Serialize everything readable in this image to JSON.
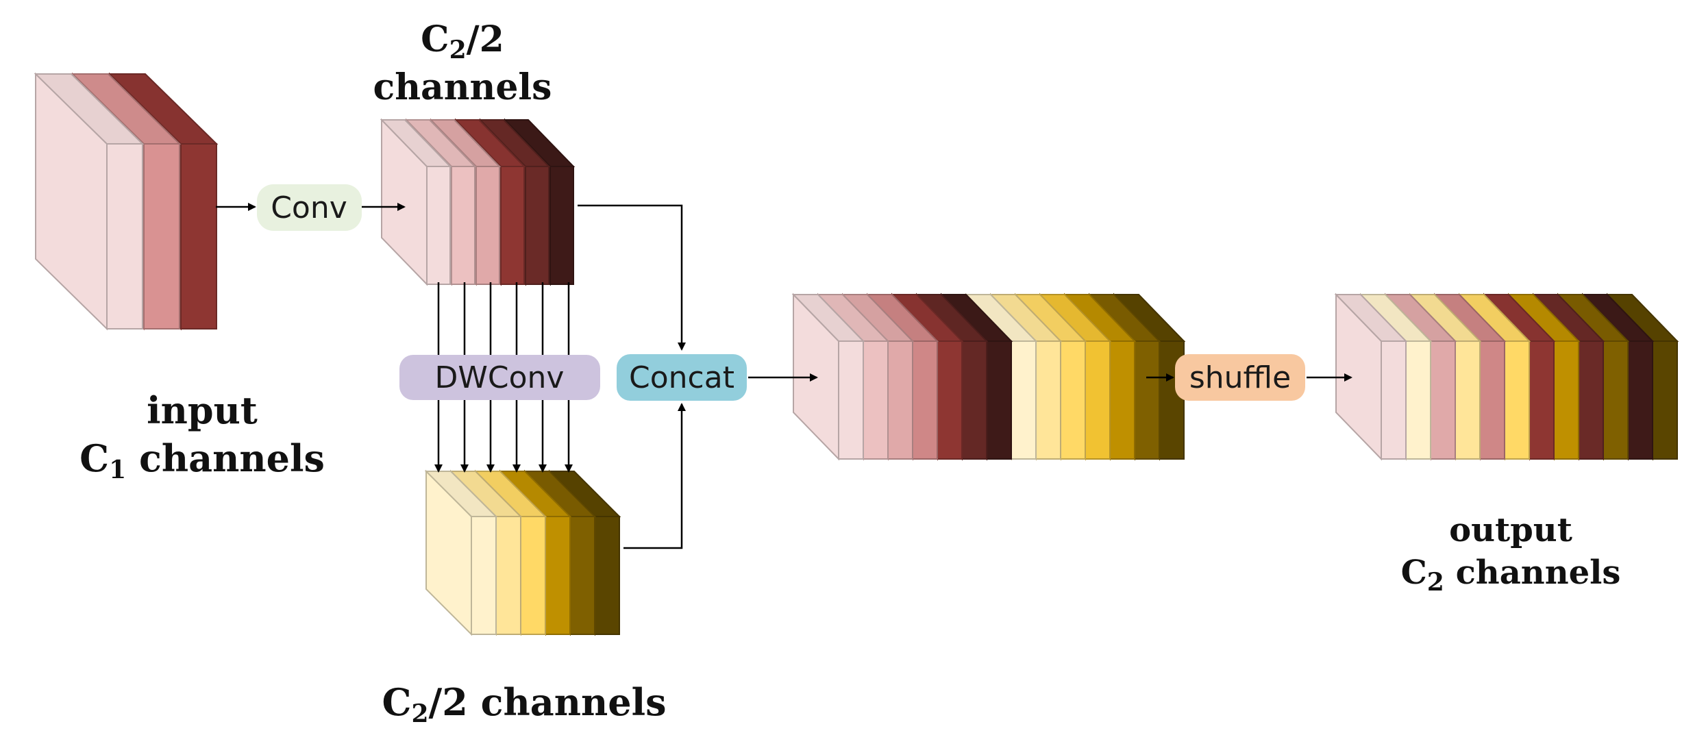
{
  "captions": {
    "input_line1": "input",
    "input_line2_c": "C",
    "input_line2_sub": "1",
    "input_line2_rest": " channels",
    "top_line1_c": "C",
    "top_line1_sub": "2",
    "top_line1_rest": "/2",
    "top_line2": "channels",
    "bottom_c": "C",
    "bottom_sub": "2",
    "bottom_rest": "/2 channels",
    "output_line1": "output",
    "output_line2_c": "C",
    "output_line2_sub": "2",
    "output_line2_rest": " channels"
  },
  "operations": {
    "conv": "Conv",
    "dwconv": "DWConv",
    "concat": "Concat",
    "shuffle": "shuffle"
  },
  "colors": {
    "conv_box": "#e8f1df",
    "dwconv_box": "#cdc3de",
    "concat_box": "#92cedc",
    "shuffle_box": "#f8c8a0",
    "red_palette": [
      "#f3dcdc",
      "#ecc1c1",
      "#e0a9a9",
      "#cf8787",
      "#8e3632",
      "#642825",
      "#3e1a18"
    ],
    "yellow_palette": [
      "#fff2cc",
      "#ffe599",
      "#ffd966",
      "#f1c232",
      "#bf9000",
      "#7f6000",
      "#5a4500"
    ]
  },
  "stacks": {
    "input": [
      "#f3dcdc",
      "#d99292",
      "#8e3632"
    ],
    "top_half": [
      "#f3dcdc",
      "#ecc1c1",
      "#e0a9a9",
      "#8e3632",
      "#6a2a27",
      "#3e1a18"
    ],
    "bottom_half": [
      "#fff2cc",
      "#ffe599",
      "#ffd966",
      "#bf9000",
      "#7f6000",
      "#5a4500"
    ],
    "concat": [
      "#f3dcdc",
      "#ecc1c1",
      "#e0a9a9",
      "#cf8787",
      "#8e3632",
      "#642825",
      "#3e1a18",
      "#fff2cc",
      "#ffe599",
      "#ffd966",
      "#f1c232",
      "#bf9000",
      "#7f6000",
      "#5a4500"
    ],
    "shuffled": [
      "#f3dcdc",
      "#fff2cc",
      "#e0a9a9",
      "#ffe599",
      "#cf8787",
      "#ffd966",
      "#8e3632",
      "#bf9000",
      "#6a2a27",
      "#7f6000",
      "#3e1a18",
      "#5a4500"
    ]
  }
}
